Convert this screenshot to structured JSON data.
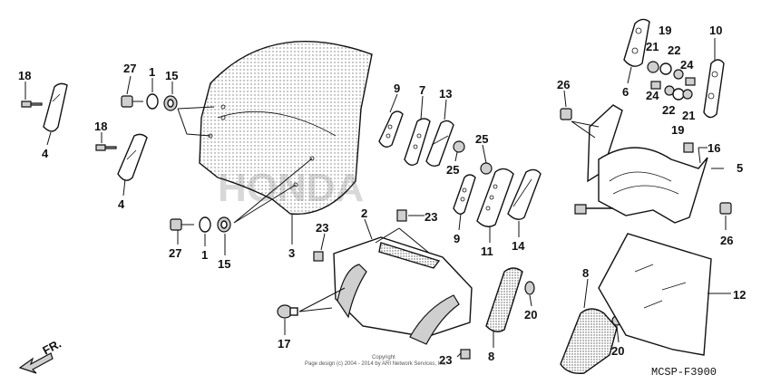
{
  "diagram": {
    "code": "MCSP-F3900",
    "direction_label": "FR.",
    "watermark": "HONDA",
    "copyright_line1": "Copyright",
    "copyright_line2": "Page design (c) 2004 - 2014 by ARI Network Services, Inc."
  },
  "callouts": {
    "c1": "18",
    "c2": "4",
    "c3": "18",
    "c4": "4",
    "c5": "27",
    "c6": "1",
    "c7": "15",
    "c8": "27",
    "c9": "1",
    "c10": "15",
    "c11": "3",
    "c12": "23",
    "c13": "2",
    "c14": "23",
    "c15": "17",
    "c16": "23",
    "c17": "9",
    "c18": "7",
    "c19": "13",
    "c20": "25",
    "c21": "25",
    "c22": "9",
    "c23": "11",
    "c24": "14",
    "c25": "8",
    "c26": "20",
    "c27": "8",
    "c28": "20",
    "c29": "12",
    "c30": "26",
    "c31": "6",
    "c32": "21",
    "c33": "19",
    "c34": "22",
    "c35": "24",
    "c36": "24",
    "c37": "22",
    "c38": "21",
    "c39": "19",
    "c40": "10",
    "c41": "16",
    "c42": "5",
    "c43": "26"
  }
}
